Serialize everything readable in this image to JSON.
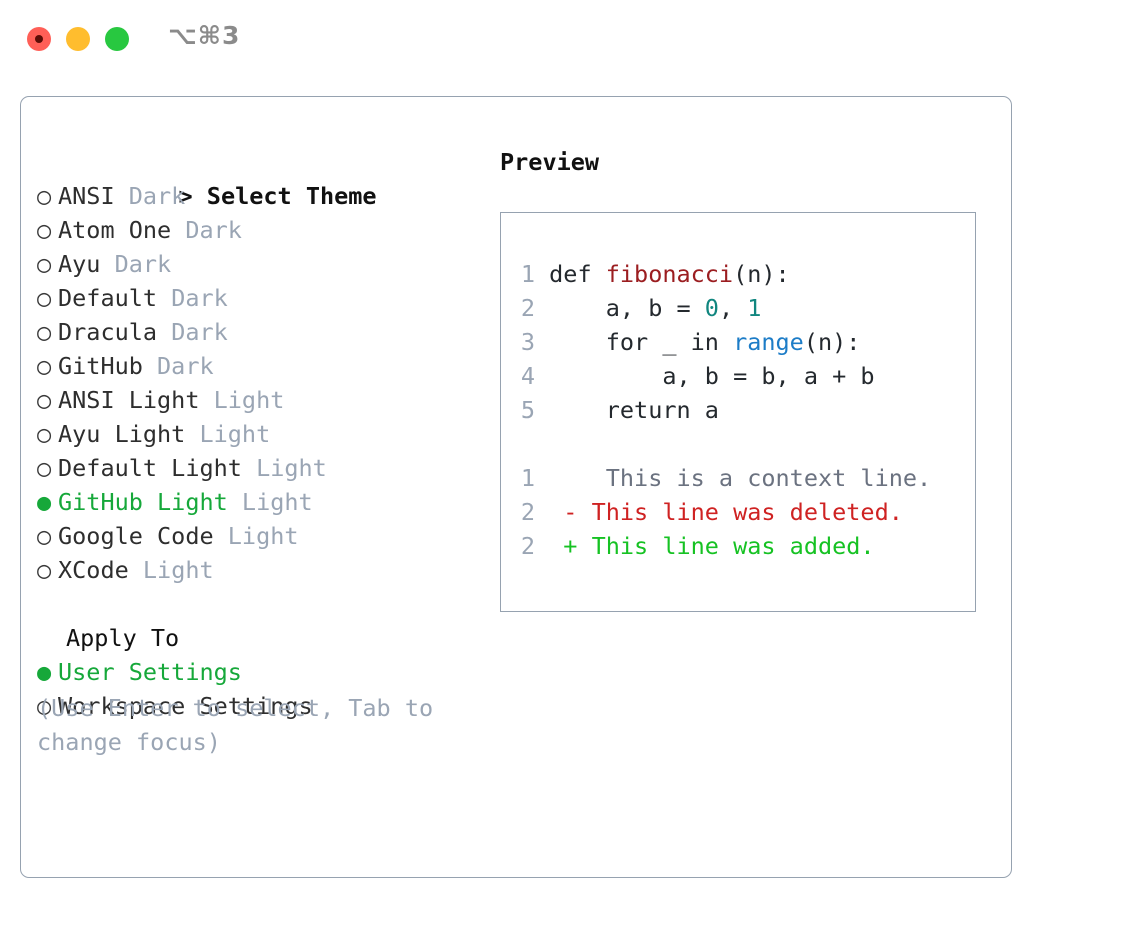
{
  "window": {
    "title": "⌥⌘3",
    "traffic_lights": [
      {
        "name": "close",
        "color": "#ff5f57"
      },
      {
        "name": "minimize",
        "color": "#ffbd2e"
      },
      {
        "name": "maximize",
        "color": "#28c840"
      }
    ]
  },
  "colors": {
    "accent_green": "#16a83a",
    "muted": "#9aa5b4",
    "border": "#96a2b0",
    "text": "#2e2e2e",
    "diff_add": "#16c223",
    "diff_del": "#cf2222",
    "tok_fn": "#9b1d20",
    "tok_num": "#11867f",
    "tok_call": "#1c7cc7"
  },
  "theme_panel": {
    "header_prompt": ">",
    "header_label": "Select Theme",
    "bullet_empty": "○",
    "bullet_filled": "●",
    "items": [
      {
        "label": "ANSI",
        "tag": "Dark",
        "selected": false
      },
      {
        "label": "Atom One",
        "tag": "Dark",
        "selected": false
      },
      {
        "label": "Ayu",
        "tag": "Dark",
        "selected": false
      },
      {
        "label": "Default",
        "tag": "Dark",
        "selected": false
      },
      {
        "label": "Dracula",
        "tag": "Dark",
        "selected": false
      },
      {
        "label": "GitHub",
        "tag": "Dark",
        "selected": false
      },
      {
        "label": "ANSI Light",
        "tag": "Light",
        "selected": false
      },
      {
        "label": "Ayu Light",
        "tag": "Light",
        "selected": false
      },
      {
        "label": "Default Light",
        "tag": "Light",
        "selected": false
      },
      {
        "label": "GitHub Light",
        "tag": "Light",
        "selected": true
      },
      {
        "label": "Google Code",
        "tag": "Light",
        "selected": false
      },
      {
        "label": "XCode",
        "tag": "Light",
        "selected": false
      }
    ]
  },
  "apply_to": {
    "header_label": "Apply To",
    "options": [
      {
        "label": "User Settings",
        "selected": true
      },
      {
        "label": "Workspace Settings",
        "selected": false
      }
    ]
  },
  "hint": {
    "line1": "(Use Enter to select, Tab to",
    "line2": "change focus)"
  },
  "preview": {
    "title": "Preview",
    "code_lines": [
      {
        "no": "1",
        "parts": [
          {
            "t": "def ",
            "c": "code-text"
          },
          {
            "t": "fibonacci",
            "c": "tok-fn"
          },
          {
            "t": "(n):",
            "c": "code-text"
          }
        ]
      },
      {
        "no": "2",
        "parts": [
          {
            "t": "    a, b = ",
            "c": "code-text"
          },
          {
            "t": "0",
            "c": "tok-num"
          },
          {
            "t": ", ",
            "c": "code-text"
          },
          {
            "t": "1",
            "c": "tok-num"
          }
        ]
      },
      {
        "no": "3",
        "parts": [
          {
            "t": "    for _ in ",
            "c": "code-text"
          },
          {
            "t": "range",
            "c": "tok-call"
          },
          {
            "t": "(n):",
            "c": "code-text"
          }
        ]
      },
      {
        "no": "4",
        "parts": [
          {
            "t": "        a, b = b, a + b",
            "c": "code-text"
          }
        ]
      },
      {
        "no": "5",
        "parts": [
          {
            "t": "    return a",
            "c": "code-text"
          }
        ]
      }
    ],
    "diff_lines": [
      {
        "no": "1",
        "marker": " ",
        "text": "  This is a context line.",
        "kind": "diff-ctx"
      },
      {
        "no": "2",
        "marker": "-",
        "text": " This line was deleted.",
        "kind": "diff-del"
      },
      {
        "no": "2",
        "marker": "+",
        "text": " This line was added.",
        "kind": "diff-add"
      }
    ]
  }
}
